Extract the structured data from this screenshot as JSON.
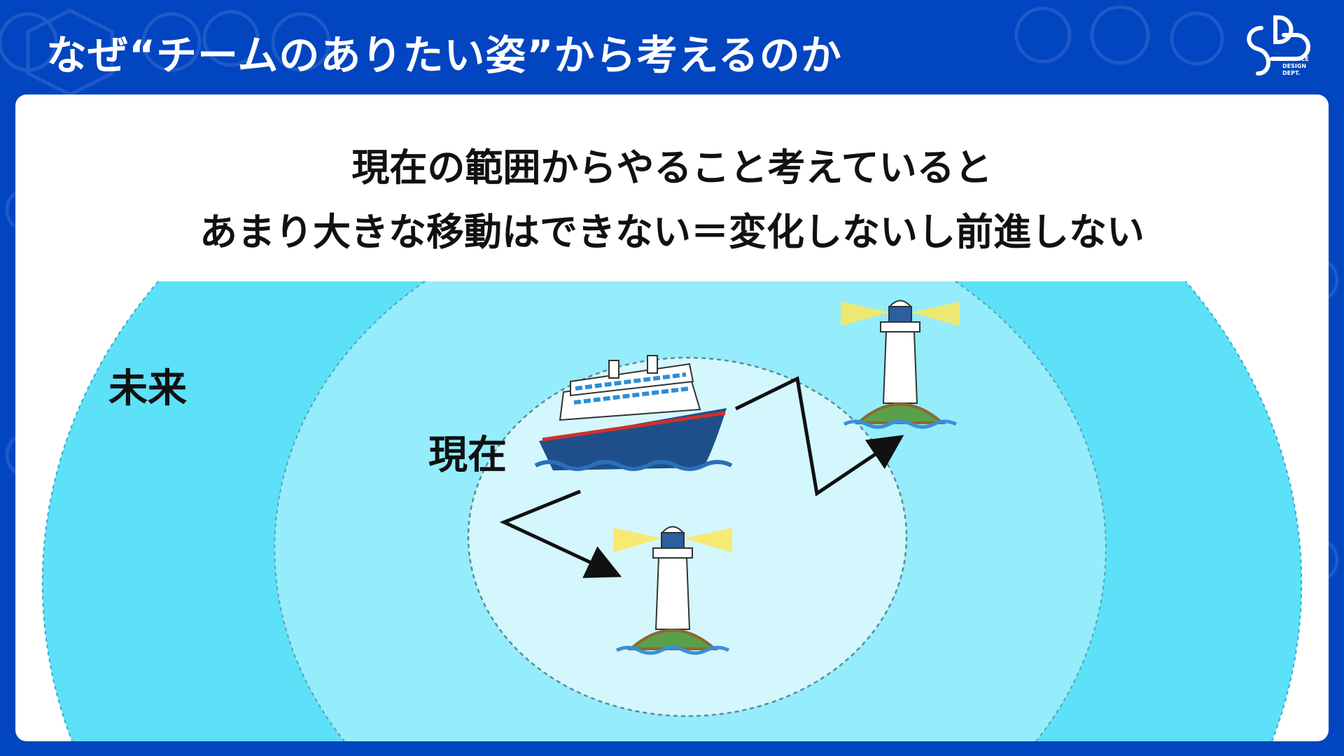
{
  "header": {
    "title": "なぜ“チームのありたい姿”から考えるのか"
  },
  "logo": {
    "mark": "SDD",
    "text_lines": [
      "SERVICE",
      "DESIGN",
      "DEPT."
    ]
  },
  "main": {
    "heading_lines": [
      "現在の範囲からやること考えていると",
      "あまり大きな移動はできない＝変化しないし前進しない"
    ],
    "labels": {
      "future": "未来",
      "present": "現在"
    }
  },
  "colors": {
    "background": "#0245c0",
    "outer": "#5ce1f8",
    "middle": "#95ecfb",
    "inner": "#d3f7fd"
  }
}
